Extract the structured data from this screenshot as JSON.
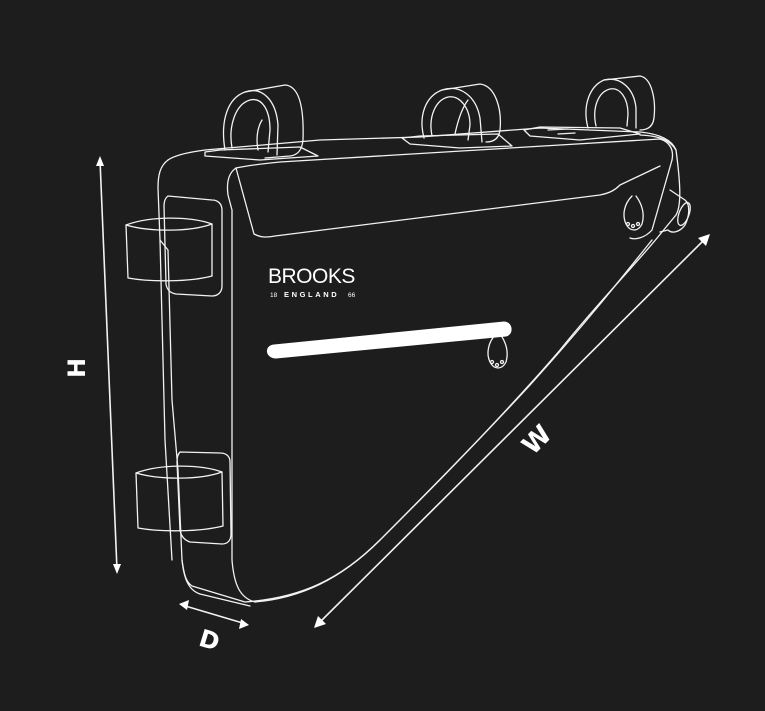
{
  "figure": {
    "subject": "frame-bag-dimensions-diagram",
    "background_color": "#1c1d1c",
    "line_color": "#f2f2f2"
  },
  "logo": {
    "brand": "BROOKS",
    "sub": "ENGLAND",
    "left_mark": "18",
    "right_mark": "66"
  },
  "dimensions": {
    "height_label": "H",
    "width_label": "W",
    "depth_label": "D"
  }
}
